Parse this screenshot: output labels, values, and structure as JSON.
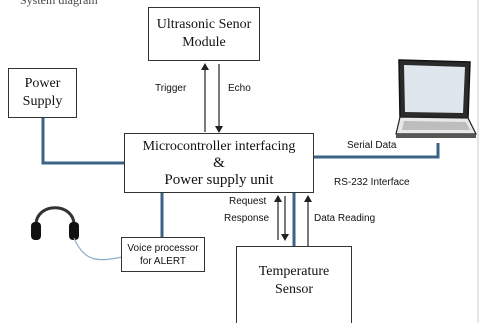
{
  "top_caption": "System diagram",
  "blocks": {
    "ultrasonic": {
      "line1": "Ultrasonic Senor",
      "line2": "Module"
    },
    "power_supply": {
      "line1": "Power",
      "line2": "Supply"
    },
    "micro": {
      "line1": "Microcontroller interfacing",
      "line2": "&",
      "line3": "Power supply unit"
    },
    "voice": {
      "line1": "Voice processor",
      "line2": "for ALERT"
    },
    "temperature": {
      "line1": "Temperature",
      "line2": "Sensor"
    }
  },
  "connections": {
    "trigger": "Trigger",
    "echo": "Echo",
    "serial_data": "Serial Data",
    "rs232": "RS-232 Interface",
    "request": "Request",
    "response": "Response",
    "data_reading": "Data Reading"
  },
  "icons": {
    "laptop": "laptop-icon",
    "headphones": "headphones-icon"
  },
  "colors": {
    "link_blue": "#3c6287",
    "box_border": "#333333",
    "arrow": "#222222"
  }
}
